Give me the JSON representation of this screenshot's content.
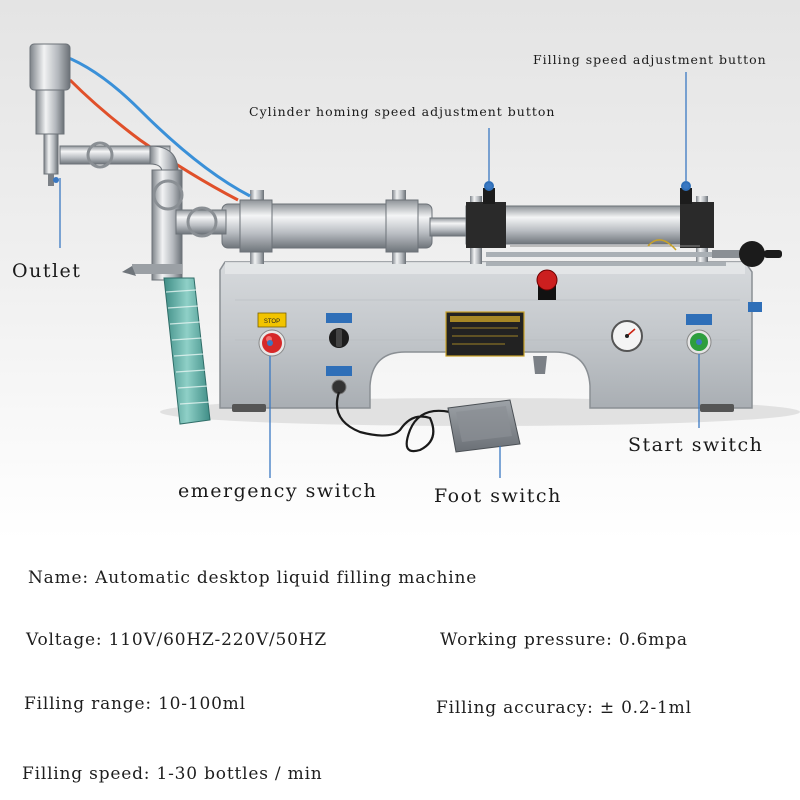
{
  "callouts": {
    "filling_speed_button": "Filling speed adjustment button",
    "cylinder_homing_button": "Cylinder homing speed adjustment button",
    "outlet": "Outlet",
    "start_switch": "Start switch",
    "emergency_switch": "emergency switch",
    "foot_switch": "Foot switch"
  },
  "panel_labels": {
    "stop": "STOP"
  },
  "specs": {
    "name": "Name: Automatic desktop liquid filling machine",
    "voltage": "Voltage: 110V/60HZ-220V/50HZ",
    "working_pressure": "Working pressure: 0.6mpa",
    "filling_range": "Filling range: 10-100ml",
    "filling_accuracy": "Filling accuracy: ± 0.2-1ml",
    "filling_speed": "Filling speed: 1-30 bottles / min"
  },
  "colors": {
    "callout_line": "#3a78c2",
    "emergency_button": "#d62828",
    "start_button": "#2e9e3e",
    "hose": "#5fa8a0",
    "steel": "#c9ccd0"
  }
}
